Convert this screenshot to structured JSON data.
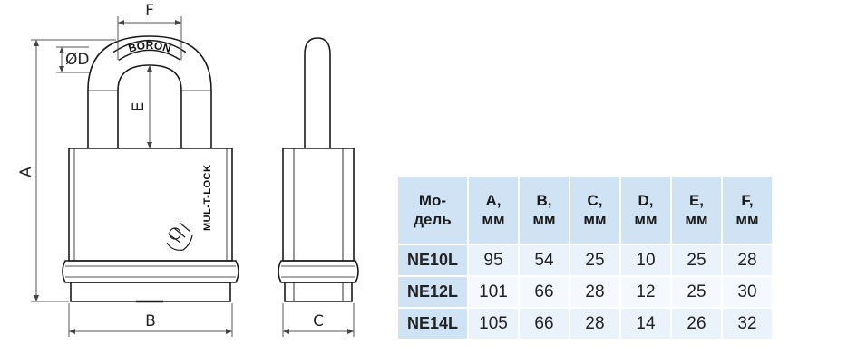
{
  "drawing": {
    "dim_labels": {
      "f": "F",
      "d": "ØD",
      "e": "E",
      "a": "A",
      "b": "B",
      "c": "C"
    },
    "shackle_brand": "BORON",
    "body_brand": "MUL-T-LOCK",
    "line_color": "#1a1a1a",
    "dim_line_color": "#555555"
  },
  "table": {
    "header_color": "#cfe3f5",
    "headers": [
      "Мо-\nдель",
      "A,\nмм",
      "B,\nмм",
      "C,\nмм",
      "D,\nмм",
      "E,\nмм",
      "F,\nмм"
    ],
    "rows": [
      {
        "model": "NE10L",
        "values": [
          "95",
          "54",
          "25",
          "10",
          "25",
          "28"
        ]
      },
      {
        "model": "NE12L",
        "values": [
          "101",
          "66",
          "28",
          "12",
          "25",
          "30"
        ]
      },
      {
        "model": "NE14L",
        "values": [
          "105",
          "66",
          "28",
          "14",
          "26",
          "32"
        ]
      }
    ]
  }
}
